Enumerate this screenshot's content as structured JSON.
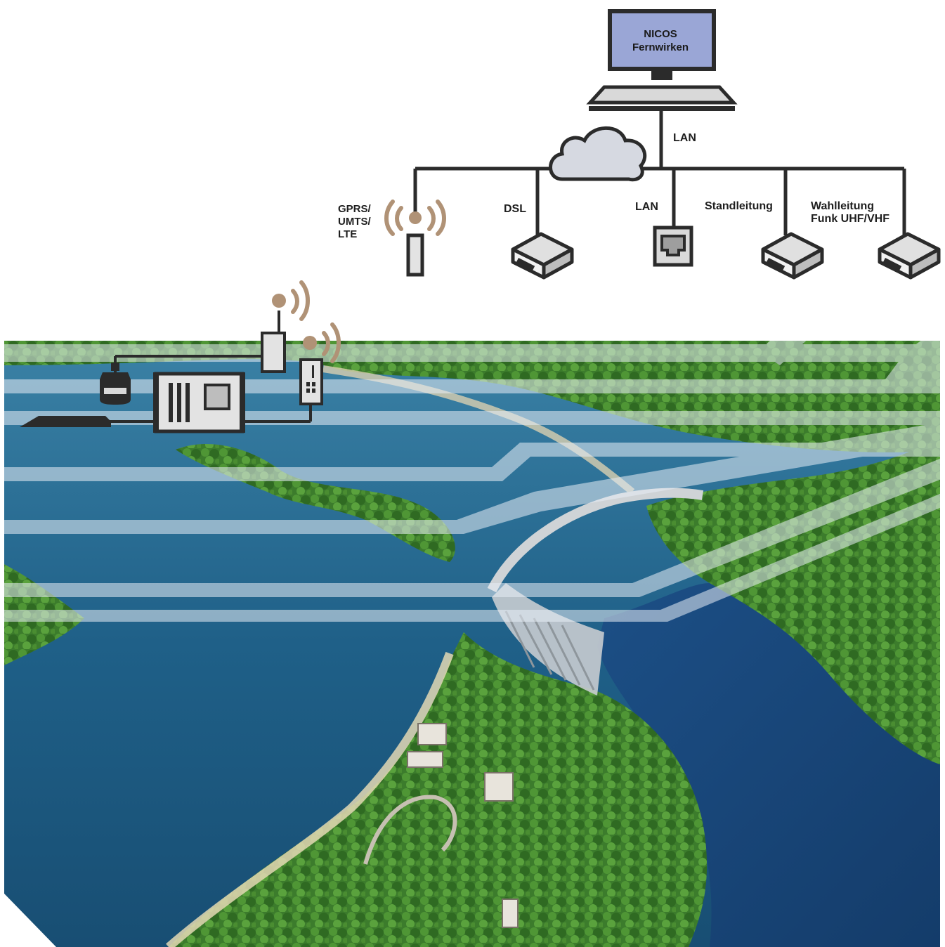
{
  "monitor": {
    "line1": "NICOS",
    "line2": "Fernwirken",
    "screen_color": "#9aa6d6"
  },
  "labels": {
    "lan_main": "LAN",
    "gprs_line1": "GPRS/",
    "gprs_line2": "UMTS/",
    "gprs_line3": "LTE",
    "dsl": "DSL",
    "lan_branch": "LAN",
    "standleitung": "Standleitung",
    "wahl_line1": "Wahlleitung",
    "wahl_line2": "Funk UHF/VHF"
  },
  "colors": {
    "line": "#2b2b2b",
    "signal": "#b09276",
    "cloud": "#d6d9e1",
    "device": "#d9d9d9",
    "water_deep": "#1c5a80",
    "water_light": "#3d86a9",
    "forest": "#3b7a2a",
    "overlay": "#e4ecf6"
  }
}
